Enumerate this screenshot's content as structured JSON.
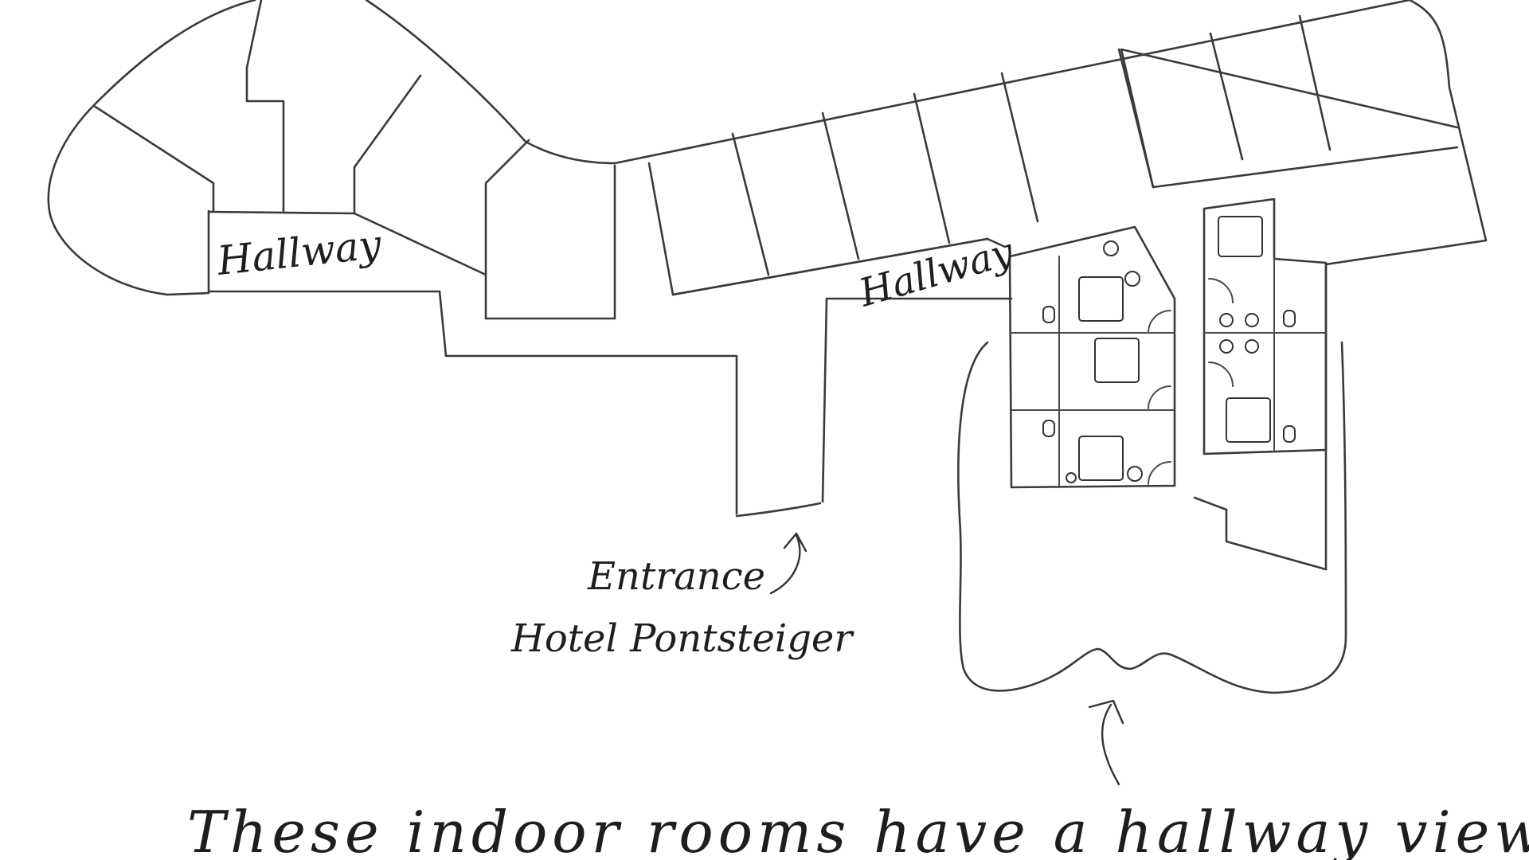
{
  "map": {
    "labels": {
      "hallway_left": "Hallway",
      "hallway_right": "Hallway",
      "entrance_line1": "Entrance",
      "entrance_line2": "Hotel Pontsteiger",
      "caption": "These indoor rooms have a hallway view"
    },
    "colors": {
      "background": "#ffffff",
      "line": "#3a3a3a",
      "text": "#1e1e1e"
    }
  }
}
